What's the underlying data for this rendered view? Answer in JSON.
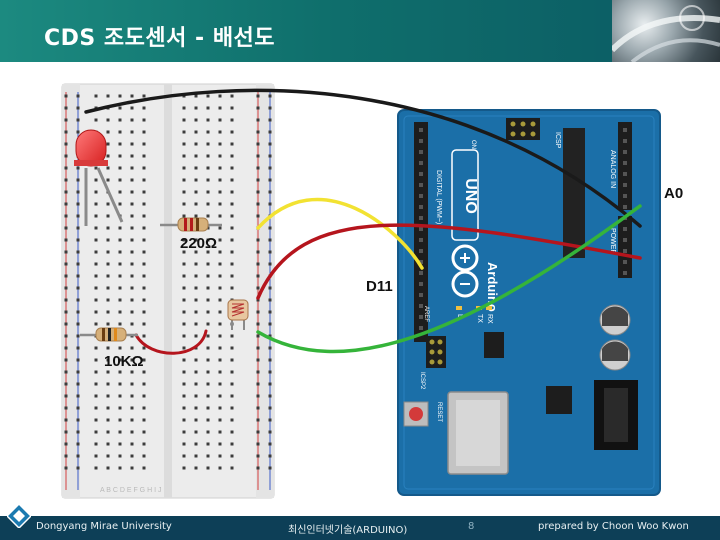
{
  "title": "CDS 조도센서 - 배선도",
  "labels": {
    "a0": "A0",
    "r220": "220Ω",
    "d11": "D11",
    "r10k": "10KΩ"
  },
  "board_marks": {
    "uno": "UNO",
    "arduino": "Arduino",
    "icsp": "ICSP",
    "digital": "DIGITAL (PWM~)",
    "analog": "ANALOG IN",
    "power": "POWER",
    "tx": "TX",
    "rx": "RX",
    "aref": "AREF",
    "reset": "RESET",
    "icsp2": "ICSP2",
    "on": "ON",
    "l": "L",
    "breadboard_cols": "A B C D E   F G H I J"
  },
  "footer": {
    "university": "Dongyang Mirae University",
    "course": "최신인터넷기술(ARDUINO)",
    "page": "8",
    "author": "prepared by Choon Woo Kwon"
  },
  "colors": {
    "title_bg": "#0f6f6c",
    "footer_bg": "#0d3f57",
    "arduino_blue": "#1b6fa8",
    "wire_black": "#1a1a1a",
    "wire_red": "#b5151d",
    "wire_yellow": "#f2e232",
    "wire_green": "#35b43a"
  }
}
